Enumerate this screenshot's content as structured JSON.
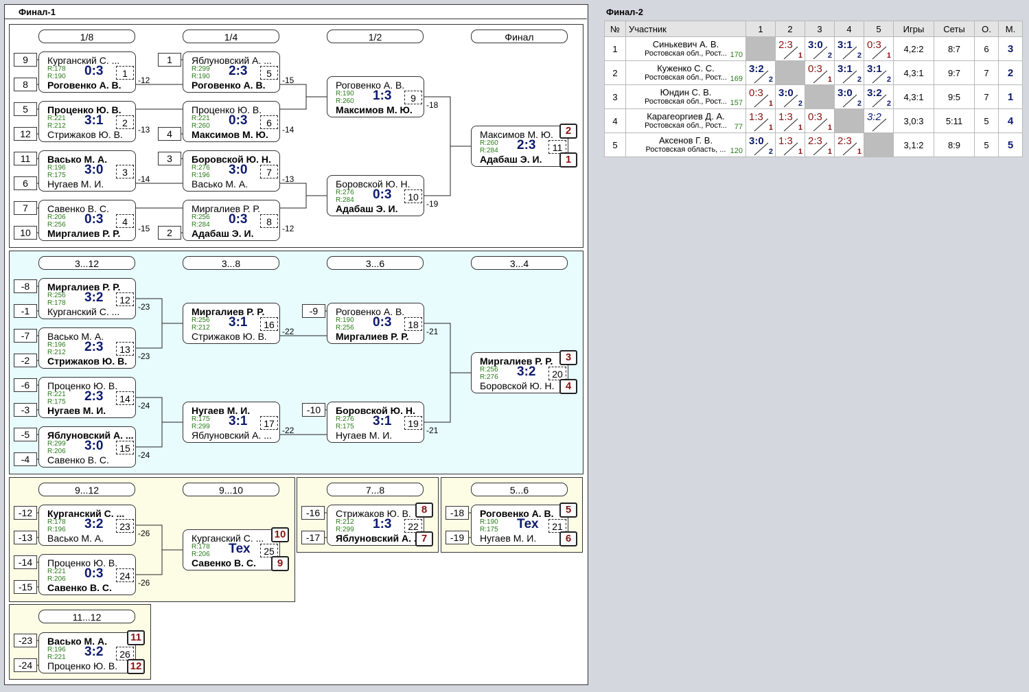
{
  "final1_title": "Финал-1",
  "final2_title": "Финал-2",
  "headers": {
    "r8": "1/8",
    "r4": "1/4",
    "r2": "1/2",
    "fin": "Финал",
    "c3_12": "3...12",
    "c3_8": "3...8",
    "c3_6": "3...6",
    "c3_4": "3...4",
    "c9_12": "9...12",
    "c9_10": "9...10",
    "c7_8": "7...8",
    "c5_6": "5...6",
    "c11_12": "11...12"
  },
  "matches": {
    "m1": {
      "p1": "Курганский С. ...",
      "r1": "R:178",
      "p2": "Роговенко А. В.",
      "r2": "R:190",
      "score": "0:3",
      "no": "1",
      "loser": "-12"
    },
    "m2": {
      "p1": "Проценко Ю. В.",
      "r1": "R:221",
      "p2": "Стрижаков Ю. В.",
      "r2": "R:212",
      "score": "3:1",
      "no": "2",
      "loser": "-13"
    },
    "m3": {
      "p1": "Васько М. А.",
      "r1": "R:196",
      "p2": "Нугаев М. И.",
      "r2": "R:175",
      "score": "3:0",
      "no": "3",
      "loser": "-14"
    },
    "m4": {
      "p1": "Савенко В. С.",
      "r1": "R:206",
      "p2": "Миргалиев Р. Р.",
      "r2": "R:256",
      "score": "0:3",
      "no": "4",
      "loser": "-15"
    },
    "m5": {
      "p1": "Яблуновский А. ...",
      "r1": "R:299",
      "p2": "Роговенко А. В.",
      "r2": "R:190",
      "score": "2:3",
      "no": "5",
      "loser": "-15"
    },
    "m6": {
      "p1": "Проценко Ю. В.",
      "r1": "R:221",
      "p2": "Максимов М. Ю.",
      "r2": "R:260",
      "score": "0:3",
      "no": "6",
      "loser": "-14"
    },
    "m7": {
      "p1": "Боровской Ю. Н.",
      "r1": "R:276",
      "p2": "Васько М. А.",
      "r2": "R:196",
      "score": "3:0",
      "no": "7",
      "loser": "-13"
    },
    "m8": {
      "p1": "Миргалиев Р. Р.",
      "r1": "R:256",
      "p2": "Адабаш Э. И.",
      "r2": "R:284",
      "score": "0:3",
      "no": "8",
      "loser": "-12"
    },
    "m9": {
      "p1": "Роговенко А. В.",
      "r1": "R:190",
      "p2": "Максимов М. Ю.",
      "r2": "R:260",
      "score": "1:3",
      "no": "9",
      "loser": "-18"
    },
    "m10": {
      "p1": "Боровской Ю. Н.",
      "r1": "R:276",
      "p2": "Адабаш Э. И.",
      "r2": "R:284",
      "score": "0:3",
      "no": "10",
      "loser": "-19"
    },
    "m11": {
      "p1": "Максимов М. Ю.",
      "r1": "R:260",
      "p2": "Адабаш Э. И.",
      "r2": "R:284",
      "score": "2:3",
      "no": "11",
      "pl1": "2",
      "pl2": "1"
    },
    "m12": {
      "p1": "Миргалиев Р. Р.",
      "r1": "R:256",
      "p2": "Курганский С. ...",
      "r2": "R:178",
      "score": "3:2",
      "no": "12",
      "loser": "-23"
    },
    "m13": {
      "p1": "Васько М. А.",
      "r1": "R:196",
      "p2": "Стрижаков Ю. В.",
      "r2": "R:212",
      "score": "2:3",
      "no": "13",
      "loser": "-23"
    },
    "m14": {
      "p1": "Проценко Ю. В.",
      "r1": "R:221",
      "p2": "Нугаев М. И.",
      "r2": "R:175",
      "score": "2:3",
      "no": "14",
      "loser": "-24"
    },
    "m15": {
      "p1": "Яблуновский А. ...",
      "r1": "R:299",
      "p2": "Савенко В. С.",
      "r2": "R:206",
      "score": "3:0",
      "no": "15",
      "loser": "-24"
    },
    "m16": {
      "p1": "Миргалиев Р. Р.",
      "r1": "R:256",
      "p2": "Стрижаков Ю. В.",
      "r2": "R:212",
      "score": "3:1",
      "no": "16",
      "loser": "-22"
    },
    "m17": {
      "p1": "Нугаев М. И.",
      "r1": "R:175",
      "p2": "Яблуновский А. ...",
      "r2": "R:299",
      "score": "3:1",
      "no": "17",
      "loser": "-22"
    },
    "m18": {
      "p1": "Роговенко А. В.",
      "r1": "R:190",
      "p2": "Миргалиев Р. Р.",
      "r2": "R:256",
      "score": "0:3",
      "no": "18",
      "loser": "-21"
    },
    "m19": {
      "p1": "Боровской Ю. Н.",
      "r1": "R:276",
      "p2": "Нугаев М. И.",
      "r2": "R:175",
      "score": "3:1",
      "no": "19",
      "loser": "-21"
    },
    "m20": {
      "p1": "Миргалиев Р. Р.",
      "r1": "R:256",
      "p2": "Боровской Ю. Н.",
      "r2": "R:276",
      "score": "3:2",
      "no": "20",
      "pl1": "3",
      "pl2": "4"
    },
    "m23": {
      "p1": "Курганский С. ...",
      "r1": "R:178",
      "p2": "Васько М. А.",
      "r2": "R:196",
      "score": "3:2",
      "no": "23",
      "loser": "-26"
    },
    "m24": {
      "p1": "Проценко Ю. В.",
      "r1": "R:221",
      "p2": "Савенко В. С.",
      "r2": "R:206",
      "score": "0:3",
      "no": "24",
      "loser": "-26"
    },
    "m25": {
      "p1": "Курганский С. ...",
      "r1": "R:178",
      "p2": "Савенко В. С.",
      "r2": "R:206",
      "score": "Тех",
      "no": "25",
      "pl1": "10",
      "pl2": "9"
    },
    "m22": {
      "p1": "Стрижаков Ю. В.",
      "r1": "R:212",
      "p2": "Яблуновский А. ...",
      "r2": "R:299",
      "score": "1:3",
      "no": "22",
      "pl1": "8",
      "pl2": "7"
    },
    "m21": {
      "p1": "Роговенко А. В.",
      "r1": "R:190",
      "p2": "Нугаев М. И.",
      "r2": "R:175",
      "score": "Тех",
      "no": "21",
      "pl1": "5",
      "pl2": "6"
    },
    "m26": {
      "p1": "Васько М. А.",
      "r1": "R:196",
      "p2": "Проценко Ю. В.",
      "r2": "R:221",
      "score": "3:2",
      "no": "26",
      "pl1": "11",
      "pl2": "12"
    }
  },
  "seeds": {
    "s1": "9",
    "s2": "8",
    "s3": "5",
    "s4": "12",
    "s5": "11",
    "s6": "6",
    "s7": "7",
    "s8": "10",
    "s9": "1",
    "s10": "4",
    "s11": "3",
    "s12": "2",
    "l1": "-8",
    "l2": "-1",
    "l3": "-7",
    "l4": "-2",
    "l5": "-6",
    "l6": "-3",
    "l7": "-5",
    "l8": "-4",
    "l9": "-9",
    "l10": "-10",
    "l11": "-12",
    "l12": "-13",
    "l13": "-14",
    "l14": "-15",
    "l15": "-16",
    "l16": "-17",
    "l17": "-18",
    "l18": "-19",
    "l19": "-23",
    "l20": "-24"
  },
  "table": {
    "columns": [
      "№",
      "Участник",
      "1",
      "2",
      "3",
      "4",
      "5",
      "Игры",
      "Сеты",
      "О.",
      "М."
    ],
    "rows": [
      {
        "num": "1",
        "name": "Синькевич А. В.",
        "region": "Ростовская обл., Рост...",
        "rating": "170",
        "games": "4,2:2",
        "sets": "8:7",
        "points": "6",
        "place": "3",
        "cells": [
          null,
          {
            "s": "2:3",
            "p": "1",
            "t": "loss"
          },
          {
            "s": "3:0",
            "p": "2",
            "t": "win"
          },
          {
            "s": "3:1",
            "p": "2",
            "t": "win"
          },
          {
            "s": "0:3",
            "p": "1",
            "t": "loss"
          }
        ]
      },
      {
        "num": "2",
        "name": "Куженко С. С.",
        "region": "Ростовская обл., Рост...",
        "rating": "169",
        "games": "4,3:1",
        "sets": "9:7",
        "points": "7",
        "place": "2",
        "cells": [
          {
            "s": "3:2",
            "p": "2",
            "t": "win"
          },
          null,
          {
            "s": "0:3",
            "p": "1",
            "t": "loss"
          },
          {
            "s": "3:1",
            "p": "2",
            "t": "win"
          },
          {
            "s": "3:1",
            "p": "2",
            "t": "win"
          }
        ]
      },
      {
        "num": "3",
        "name": "Юндин С. В.",
        "region": "Ростовская обл., Рост...",
        "rating": "157",
        "games": "4,3:1",
        "sets": "9:5",
        "points": "7",
        "place": "1",
        "cells": [
          {
            "s": "0:3",
            "p": "1",
            "t": "loss"
          },
          {
            "s": "3:0",
            "p": "2",
            "t": "win"
          },
          null,
          {
            "s": "3:0",
            "p": "2",
            "t": "win"
          },
          {
            "s": "3:2",
            "p": "2",
            "t": "win"
          }
        ]
      },
      {
        "num": "4",
        "name": "Карагеоргиев Д. А.",
        "region": "Ростовская обл., Рост...",
        "rating": "77",
        "games": "3,0:3",
        "sets": "5:11",
        "points": "5",
        "place": "4",
        "cells": [
          {
            "s": "1:3",
            "p": "1",
            "t": "loss"
          },
          {
            "s": "1:3",
            "p": "1",
            "t": "loss"
          },
          {
            "s": "0:3",
            "p": "1",
            "t": "loss"
          },
          null,
          {
            "s": "3:2",
            "p": "",
            "t": "it"
          }
        ]
      },
      {
        "num": "5",
        "name": "Аксенов Г. В.",
        "region": "Ростовская область, ...",
        "rating": "120",
        "games": "3,1:2",
        "sets": "8:9",
        "points": "5",
        "place": "5",
        "cells": [
          {
            "s": "3:0",
            "p": "2",
            "t": "win"
          },
          {
            "s": "1:3",
            "p": "1",
            "t": "loss"
          },
          {
            "s": "2:3",
            "p": "1",
            "t": "loss"
          },
          {
            "s": "2:3",
            "p": "1",
            "t": "loss"
          },
          null
        ]
      }
    ]
  }
}
